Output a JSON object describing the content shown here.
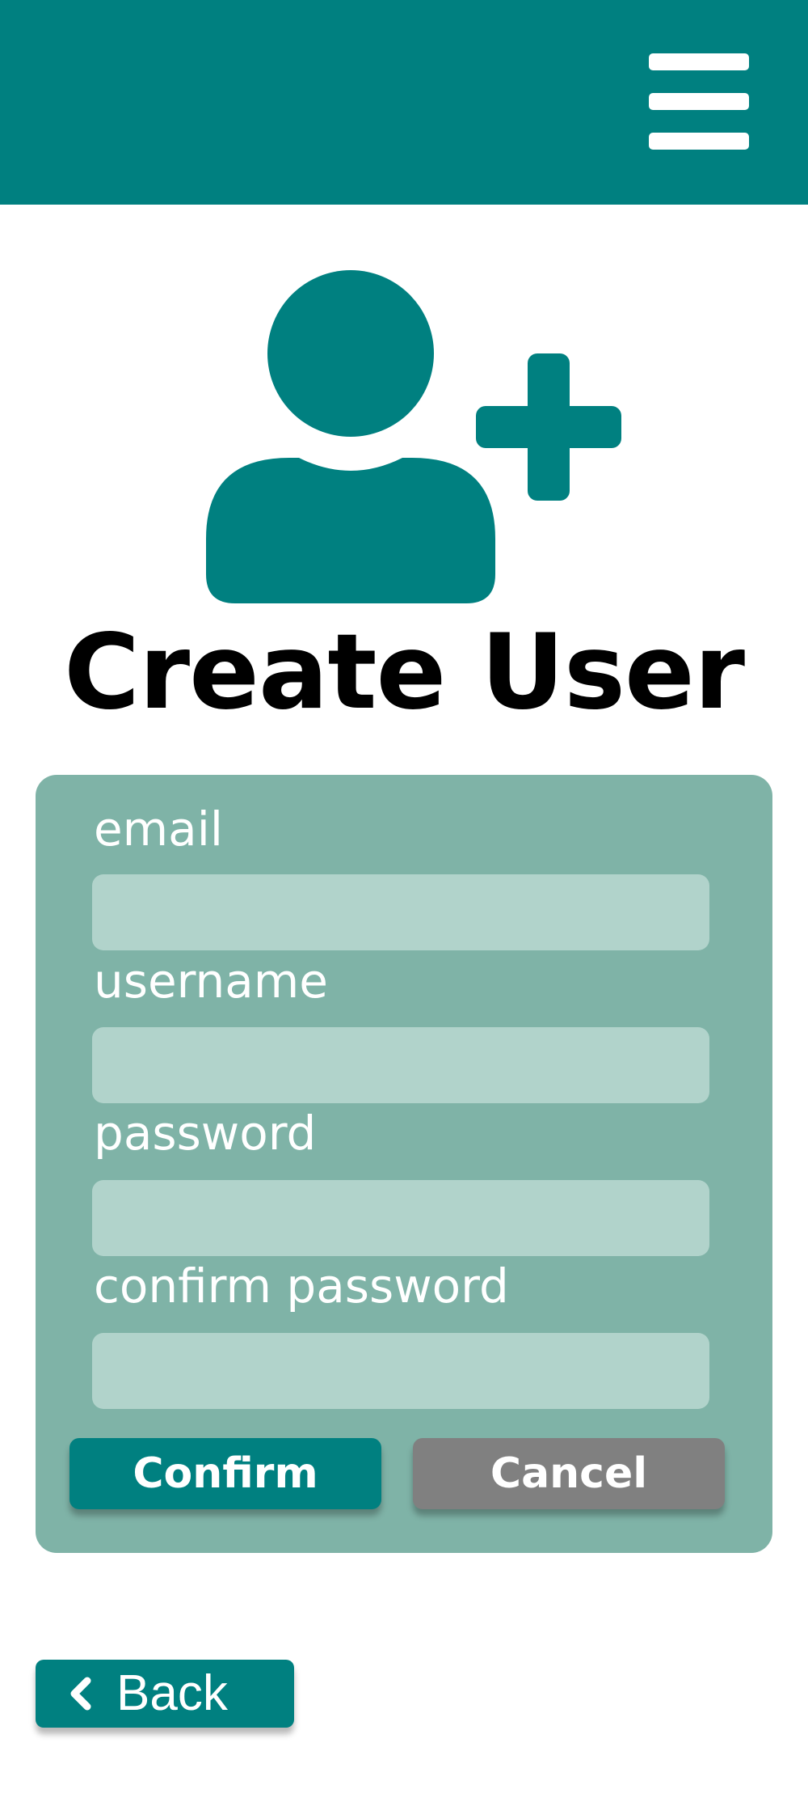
{
  "header": {
    "menu_icon": "hamburger-menu-icon",
    "background_color": "#008080"
  },
  "hero": {
    "icon": "add-user-icon",
    "title": "Create User"
  },
  "form": {
    "background_color": "#7fb3a7",
    "fields": [
      {
        "label": "email",
        "value": "",
        "placeholder": ""
      },
      {
        "label": "username",
        "value": "",
        "placeholder": ""
      },
      {
        "label": "password",
        "value": "",
        "placeholder": ""
      },
      {
        "label": "confirm password",
        "value": "",
        "placeholder": ""
      }
    ],
    "confirm_label": "Confirm",
    "cancel_label": "Cancel"
  },
  "footer": {
    "back_icon": "chevron-left-icon",
    "back_label": "Back"
  },
  "colors": {
    "accent": "#008080",
    "input_fill": "#b1d3cb",
    "cancel": "#808080"
  }
}
